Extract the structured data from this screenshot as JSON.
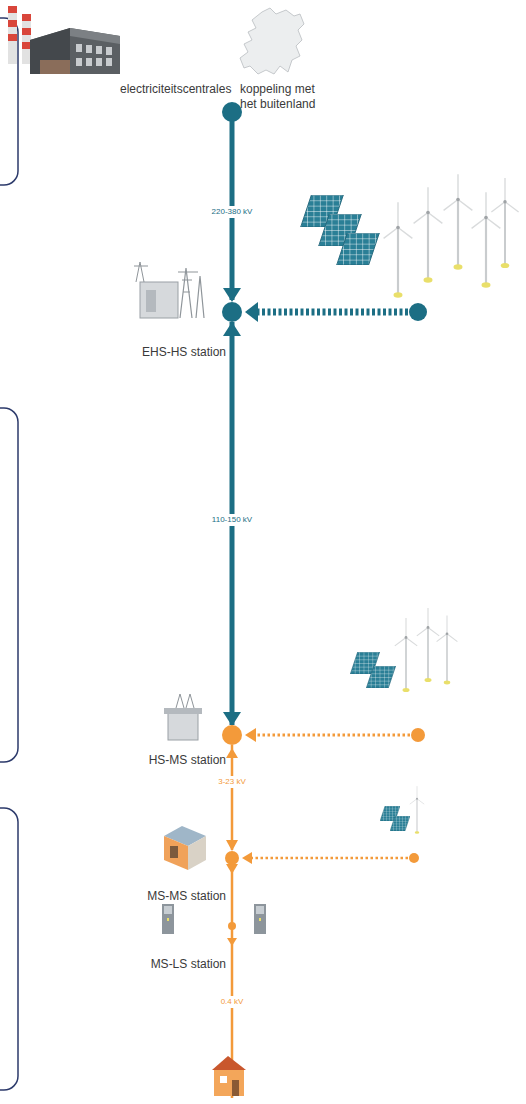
{
  "diagram": {
    "labels": [
      "electriciteitscentrales",
      "koppeling met het buitenland",
      "220-380 kV",
      "EHS-HS station",
      "110-150 kV",
      "HS-MS station",
      "3-23 kV",
      "MS-MS station",
      "MS-LS station",
      "0.4 kV"
    ]
  }
}
